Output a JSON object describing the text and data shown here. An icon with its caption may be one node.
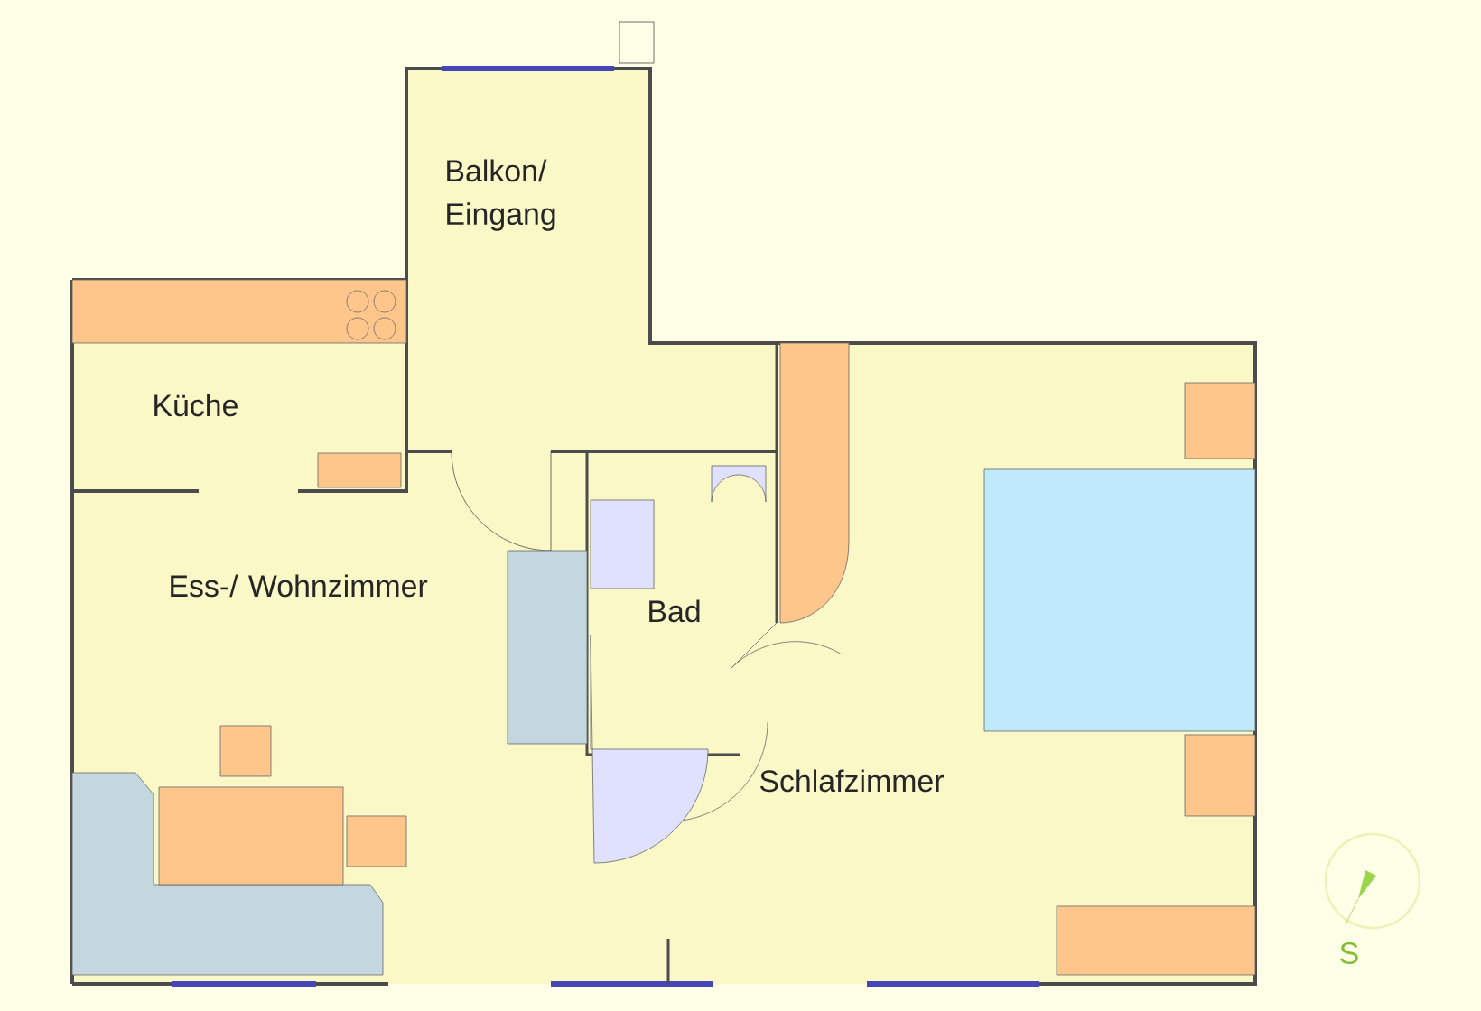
{
  "diagram": {
    "labels": [
      "Balkon/ Eingang",
      "Küche",
      "Ess-/ Wohnzimmer",
      "Bad",
      "Schlafzimmer",
      "S"
    ]
  }
}
